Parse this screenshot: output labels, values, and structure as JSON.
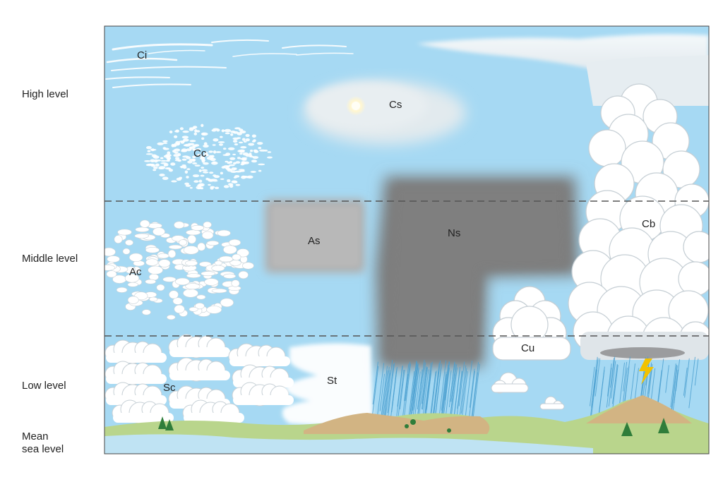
{
  "levels": {
    "high": "High level",
    "middle": "Middle level",
    "low": "Low level",
    "sea_line1": "Mean",
    "sea_line2": "sea level"
  },
  "clouds": {
    "ci": "Ci",
    "cs": "Cs",
    "cc": "Cc",
    "as": "As",
    "ns": "Ns",
    "cb": "Cb",
    "ac": "Ac",
    "cu": "Cu",
    "sc": "Sc",
    "st": "St"
  },
  "colors": {
    "sky": "#a6d9f3",
    "cloud_white": "#ffffff",
    "nimbostratus": "#7b7b7b",
    "altostratus": "#b2b2b2",
    "cirrostratus": "#d9e4ea",
    "ground": "#b9d58c",
    "hill": "#d2b483",
    "water": "#bfe3f3",
    "rain": "#4a9fd0",
    "lightning": "#f2c200"
  },
  "icons": [
    "sun-icon",
    "lightning-icon",
    "tree-icon"
  ]
}
